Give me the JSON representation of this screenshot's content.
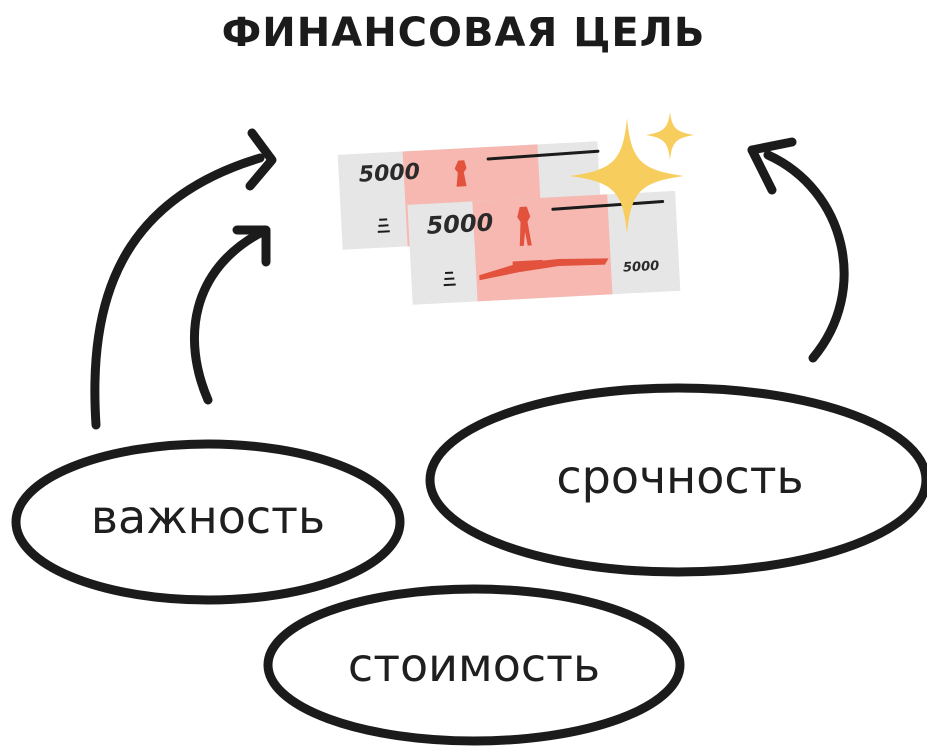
{
  "title": "ФИНАНСОВАЯ ЦЕЛЬ",
  "factors": {
    "importance": "важность",
    "urgency": "срочность",
    "cost": "стоимость"
  },
  "banknote": {
    "denomination": "5000",
    "denomination_small": "5000"
  },
  "colors": {
    "stroke": "#1b1b1b",
    "note_bg": "#e6e6e6",
    "note_pink": "#f6b8b0",
    "note_red": "#e2523d",
    "sparkle": "#f7cd5e"
  }
}
